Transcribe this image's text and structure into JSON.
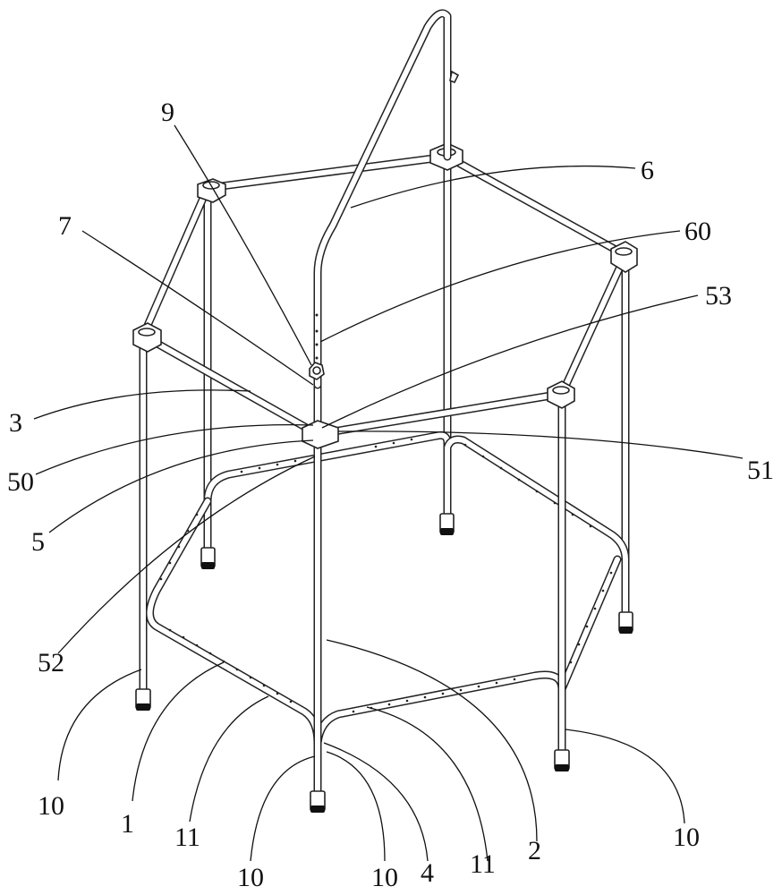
{
  "figure": {
    "labels": [
      {
        "id": "9",
        "text": "9"
      },
      {
        "id": "6",
        "text": "6"
      },
      {
        "id": "7",
        "text": "7"
      },
      {
        "id": "60",
        "text": "60"
      },
      {
        "id": "53",
        "text": "53"
      },
      {
        "id": "3",
        "text": "3"
      },
      {
        "id": "50",
        "text": "50"
      },
      {
        "id": "51",
        "text": "51"
      },
      {
        "id": "5",
        "text": "5"
      },
      {
        "id": "52",
        "text": "52"
      },
      {
        "id": "10a",
        "text": "10"
      },
      {
        "id": "1",
        "text": "1"
      },
      {
        "id": "11a",
        "text": "11"
      },
      {
        "id": "10b",
        "text": "10"
      },
      {
        "id": "10c",
        "text": "10"
      },
      {
        "id": "4",
        "text": "4"
      },
      {
        "id": "11b",
        "text": "11"
      },
      {
        "id": "2",
        "text": "2"
      },
      {
        "id": "10d",
        "text": "10"
      }
    ]
  }
}
